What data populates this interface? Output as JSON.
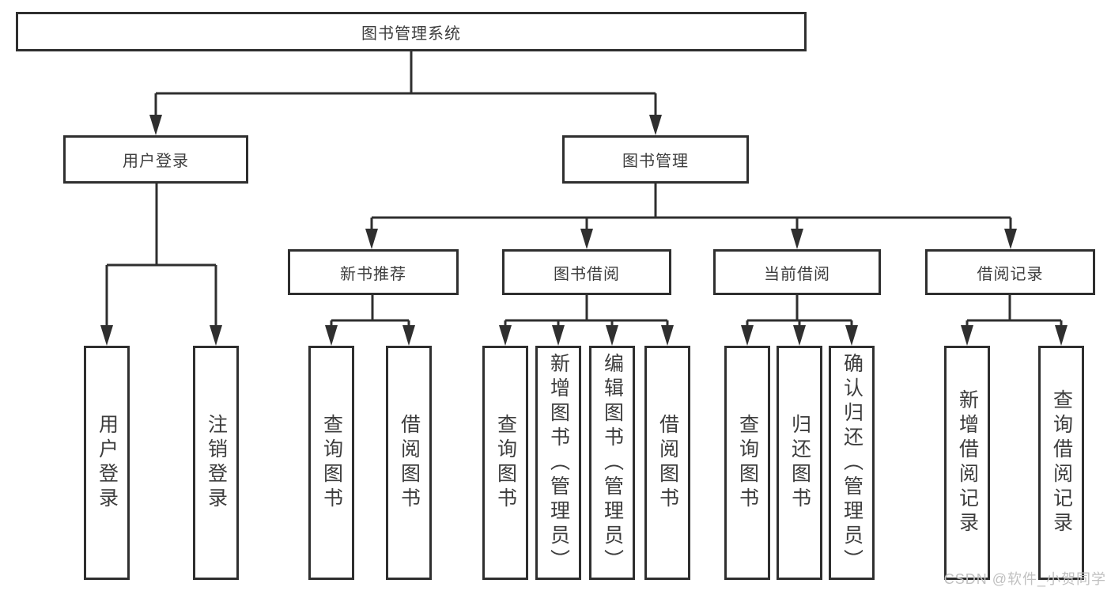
{
  "tree": {
    "label": "图书管理系统",
    "children": [
      {
        "label": "用户登录",
        "children": [
          {
            "label": "用户登录"
          },
          {
            "label": "注销登录"
          }
        ]
      },
      {
        "label": "图书管理",
        "children": [
          {
            "label": "新书推荐",
            "children": [
              {
                "label": "查询图书"
              },
              {
                "label": "借阅图书"
              }
            ]
          },
          {
            "label": "图书借阅",
            "children": [
              {
                "label": "查询图书"
              },
              {
                "label": "新增图书（管理员）"
              },
              {
                "label": "编辑图书（管理员）"
              },
              {
                "label": "借阅图书"
              }
            ]
          },
          {
            "label": "当前借阅",
            "children": [
              {
                "label": "查询图书"
              },
              {
                "label": "归还图书"
              },
              {
                "label": "确认归还（管理员）"
              }
            ]
          },
          {
            "label": "借阅记录",
            "children": [
              {
                "label": "新增借阅记录"
              },
              {
                "label": "查询借阅记录"
              }
            ]
          }
        ]
      }
    ]
  },
  "watermark": {
    "text": "CSDN @软件_小贺同学"
  },
  "colors": {
    "line": "#2f2f2f",
    "box_border": "#2f2f2f",
    "box_fill": "#ffffff",
    "text": "#3d3d3d",
    "watermark": "#c0c0c0",
    "background": "#ffffff"
  }
}
